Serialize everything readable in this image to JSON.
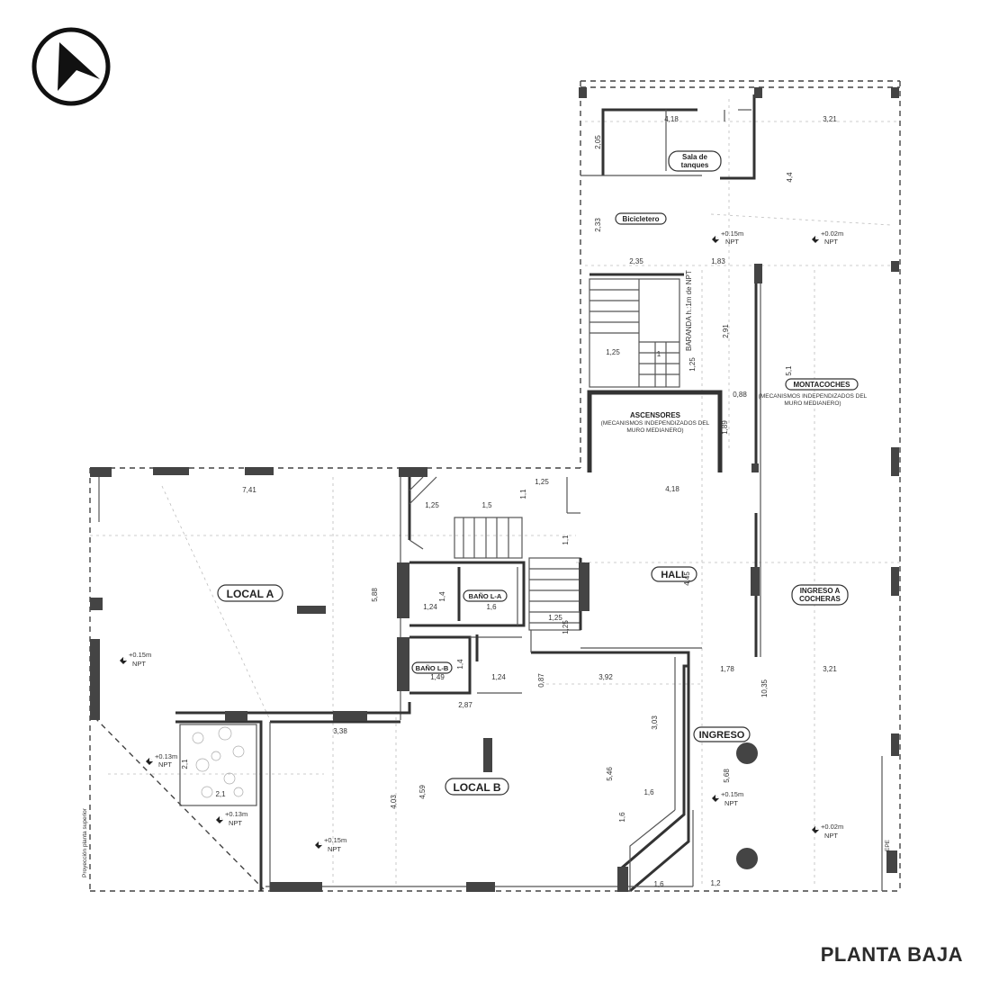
{
  "sheet": {
    "title": "PLANTA BAJA"
  },
  "north_arrow": {
    "icon": "north-arrow-icon"
  },
  "rooms": {
    "sala_tanques": [
      "Sala de",
      "tanques"
    ],
    "bicicletero": "Bicicletero",
    "baranda": "BARANDA h.:1m de NPT",
    "ascensores": "ASCENSORES",
    "ascensores_note": [
      "(MECANISMOS INDEPENDIZADOS DEL",
      "MURO MEDIANERO)"
    ],
    "montacoches": "MONTACOCHES",
    "montacoches_note": [
      "(MECANISMOS INDEPENDIZADOS DEL",
      "MURO MEDIANERO)"
    ],
    "local_a": "LOCAL A",
    "bano_la": "BAÑO L-A",
    "bano_lb": "BAÑO L-B",
    "hall": "HALL",
    "ingreso_cocheras": [
      "INGRESO A",
      "COCHERAS"
    ],
    "ingreso": "INGRESO",
    "local_b": "LOCAL B",
    "vertical_note": "Proyección planta superior",
    "epe": "EPE"
  },
  "levels": {
    "l015": "+0.15m",
    "l002": "+0.02m",
    "l013": "+0.13m",
    "npt": "NPT"
  },
  "dimensions": {
    "d418_top": "4,18",
    "d321_top": "3,21",
    "d205": "2,05",
    "d44": "4,4",
    "d233": "2,33",
    "d235": "2,35",
    "d183": "1,83",
    "d291": "2,91",
    "d125_stair": "1,25",
    "d1_stair": "1",
    "d125_v": "1,25",
    "d51": "5,1",
    "d088": "0,88",
    "d189": "1,89",
    "d741": "7,41",
    "d125_a": "1,25",
    "d15": "1,5",
    "d11_a": "1,1",
    "d125_b": "1,25",
    "d11_b": "1,1",
    "d418_hall": "4,18",
    "d588": "5,88",
    "d14_a": "1,4",
    "d124_a": "1,24",
    "d16_a": "1,6",
    "d445": "4,45",
    "d125_c": "1,25",
    "d125_d": "1,25",
    "d14_b": "1,4",
    "d149": "1,49",
    "d124_b": "1,24",
    "d087": "0,87",
    "d392": "3,92",
    "d178": "1,78",
    "d321_b": "3,21",
    "d1035": "10,35",
    "d287": "2,87",
    "d338": "3,38",
    "d303": "3,03",
    "d21_v": "2,1",
    "d21_h": "2,1",
    "d403": "4,03",
    "d459": "4,59",
    "d546": "5,46",
    "d16_b": "1,6",
    "d16_c": "1,6",
    "d568": "5,68",
    "d16_bottom": "1,6",
    "d12_bottom": "1,2"
  }
}
